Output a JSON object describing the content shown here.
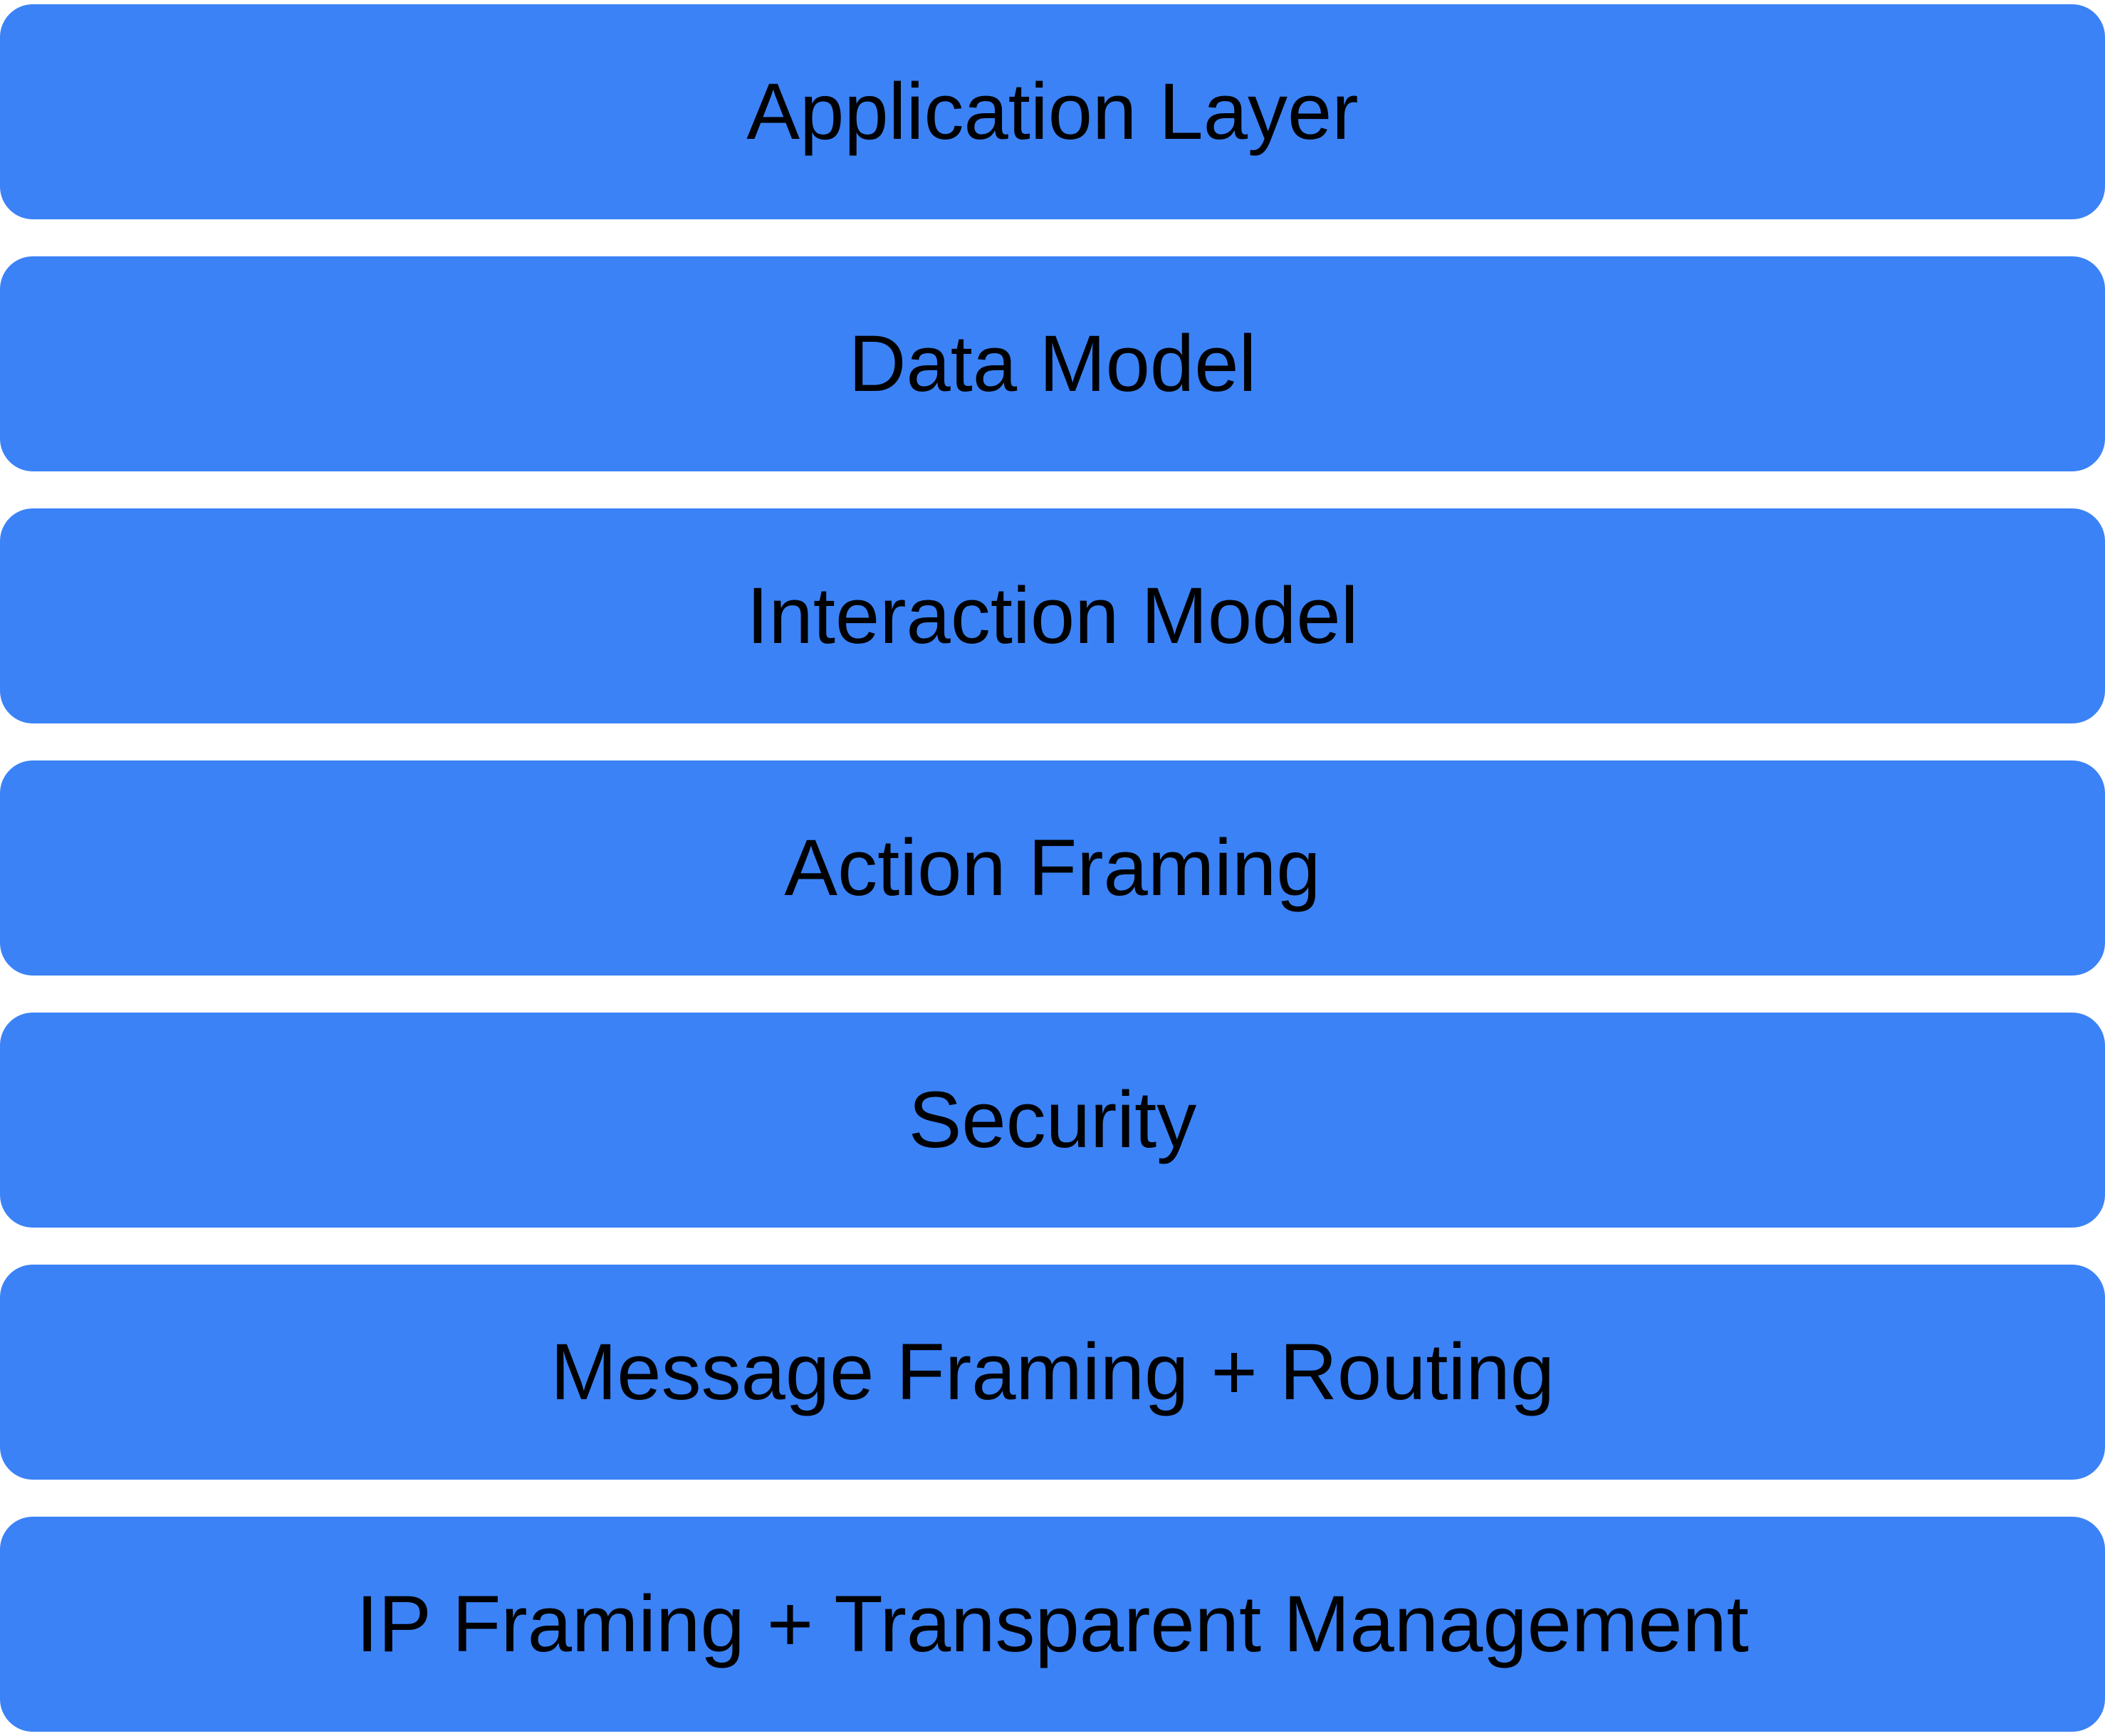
{
  "diagram": {
    "type": "stack-diagram",
    "colors": {
      "layer_fill": "#3b82f6",
      "layer_text": "#000000",
      "background": "#ffffff"
    },
    "layers": [
      {
        "label": "Application Layer"
      },
      {
        "label": "Data Model"
      },
      {
        "label": "Interaction Model"
      },
      {
        "label": "Action Framing"
      },
      {
        "label": "Security"
      },
      {
        "label": "Message Framing + Routing"
      },
      {
        "label": "IP Framing + Transparent Management"
      }
    ]
  }
}
